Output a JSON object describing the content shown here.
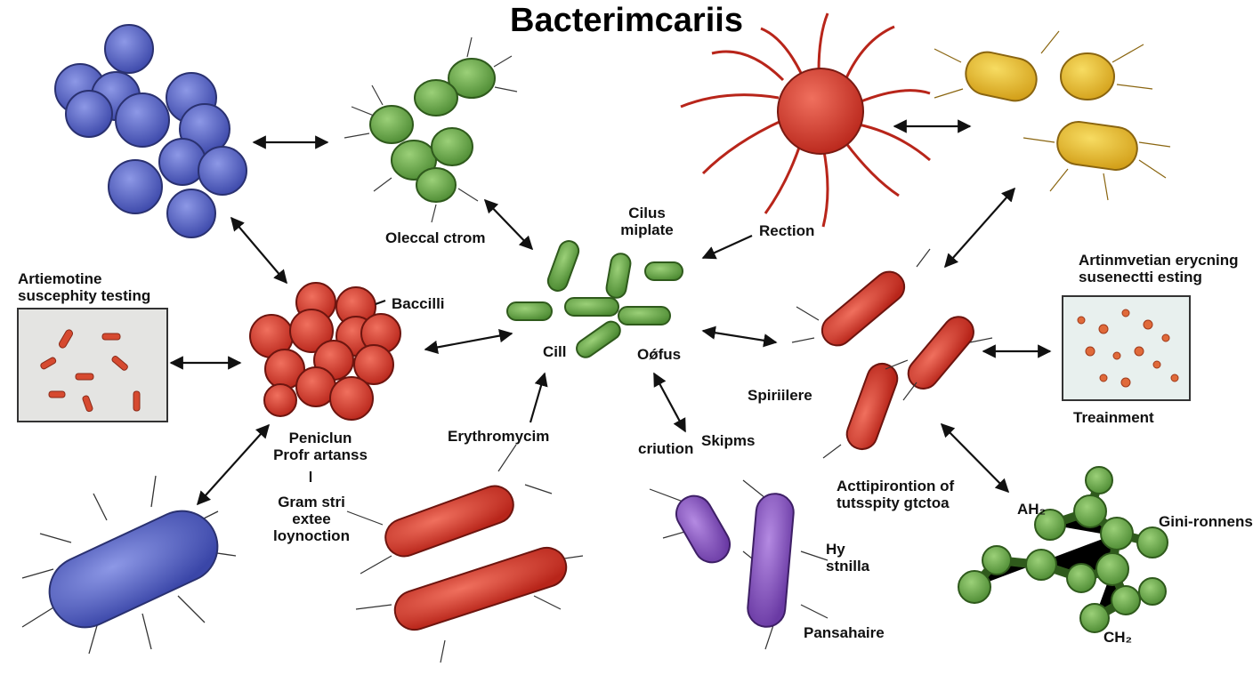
{
  "title": "Bacterimcariis",
  "labels": {
    "oleccal": "Oleccal ctrom",
    "cilus": "Cilus\nmiplate",
    "rection": "Rection",
    "artin_right": "Artinmvetian erycning\nsusenectti esting",
    "artim_left": "Artiemotine\nsuscephity testing",
    "bacilli": "Baccilli",
    "cill": "Cill",
    "ofus": "Oǿfus",
    "spirilee": "Spiriilere",
    "treatment": "Treainment",
    "peniclun": "Peniclun\nProfr artanss",
    "erythro": "Erythromycim",
    "criution": "criution",
    "skipms": "Skipms",
    "gram": "Gram stri\nextee\nloynoction",
    "actipiro": "Acttipirontion of\ntutsspity gtctoa",
    "ah2": "AH₂",
    "gini": "Gini-ronnens",
    "hy": "Hy\nstnilla",
    "pansahaire": "Pansahaire",
    "ch2": "CH₂"
  },
  "colors": {
    "blue_cell": "#5160c2",
    "green_cell": "#6aa64a",
    "red_cell": "#d63a2c",
    "yellow_cell": "#e6b52a",
    "purple_cell": "#8a55c0",
    "arrow": "#111111"
  },
  "icons": [
    "cocci-cluster",
    "diplococci",
    "spiky-coccus",
    "yellow-rods",
    "cocci-cluster-red",
    "rod-bacterium",
    "spirillum",
    "culture-plate",
    "molecule"
  ]
}
